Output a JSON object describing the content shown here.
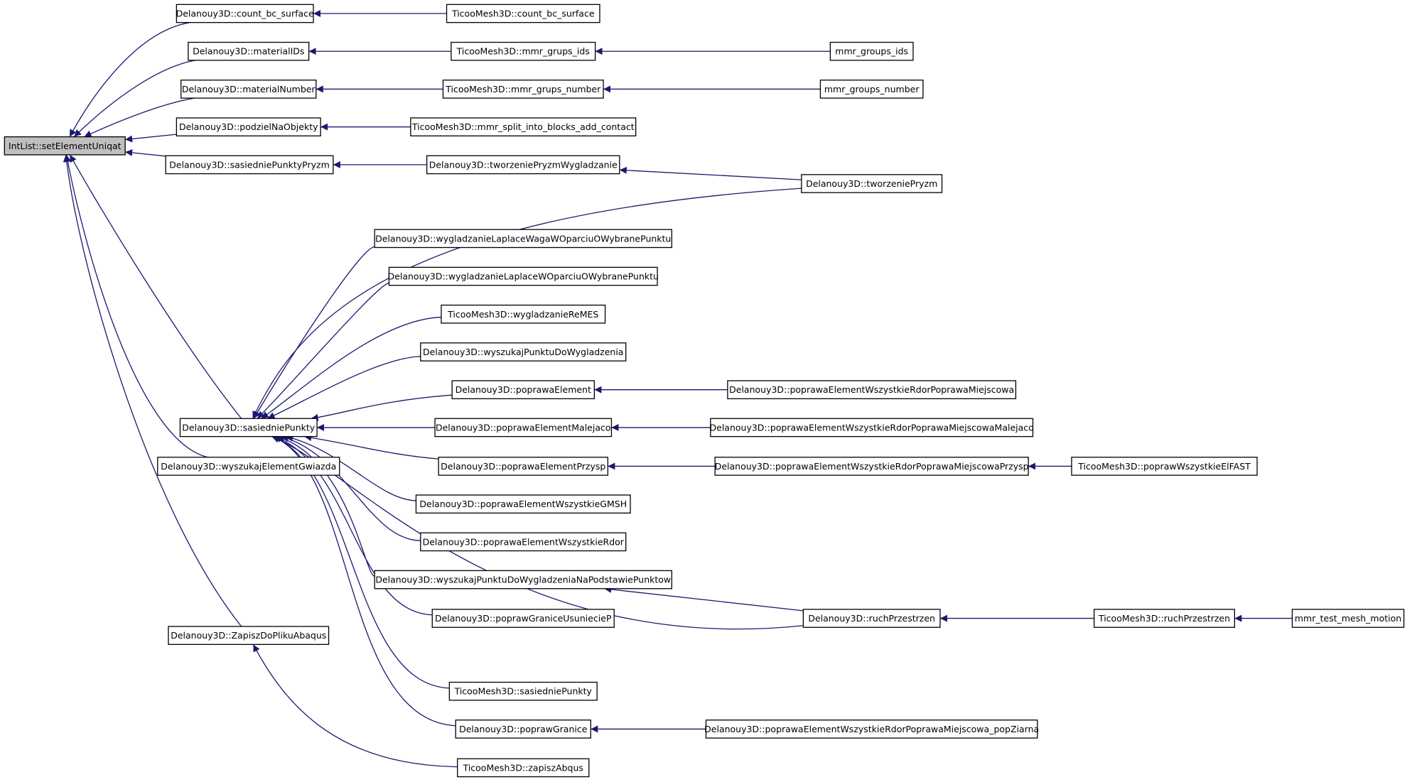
{
  "title": "IntList::setElementUniqat",
  "colors": {
    "edge": "#191970",
    "root_fill": "#bfbfbf",
    "node_fill": "#ffffff",
    "node_border": "#000000"
  },
  "nodes": {
    "root": "IntList::setElementUniqat",
    "d_count_bc": "Delanouy3D::count_bc_surface",
    "t_count_bc": "TicooMesh3D::count_bc_surface",
    "d_materialIDs": "Delanouy3D::materialIDs",
    "t_mmr_grups_ids": "TicooMesh3D::mmr_grups_ids",
    "mmr_groups_ids": "mmr_groups_ids",
    "d_materialNumber": "Delanouy3D::materialNumber",
    "t_mmr_grups_number": "TicooMesh3D::mmr_grups_number",
    "mmr_groups_number": "mmr_groups_number",
    "d_podzielNaObjekty": "Delanouy3D::podzielNaObjekty",
    "t_mmr_split": "TicooMesh3D::mmr_split_into_blocks_add_contact",
    "d_sasiedniePunktyPryzm": "Delanouy3D::sasiedniePunktyPryzm",
    "d_tworzeniePryzmWygladzanie": "Delanouy3D::tworzeniePryzmWygladzanie",
    "d_tworzeniePryzm": "Delanouy3D::tworzeniePryzm",
    "d_wygl_laplace_waga": "Delanouy3D::wygladzanieLaplaceWagaWOparciuOWybranePunktu",
    "d_wygl_laplace": "Delanouy3D::wygladzanieLaplaceWOparciuOWybranePunktu",
    "t_wygl_remes": "TicooMesh3D::wygladzanieReMES",
    "d_wyszukaj_punktu": "Delanouy3D::wyszukajPunktuDoWygladzenia",
    "d_poprawa_element": "Delanouy3D::poprawaElement",
    "d_poprawa_wszystkie_rdor_pm": "Delanouy3D::poprawaElementWszystkieRdorPoprawaMiejscowa",
    "d_sasiedniePunkty": "Delanouy3D::sasiedniePunkty",
    "d_poprawa_malejaco": "Delanouy3D::poprawaElementMalejaco",
    "d_poprawa_wszystkie_rdor_pm_malejaco": "Delanouy3D::poprawaElementWszystkieRdorPoprawaMiejscowaMalejaco",
    "d_wyszukaj_element_gwiazda": "Delanouy3D::wyszukajElementGwiazda",
    "d_poprawa_przysp": "Delanouy3D::poprawaElementPrzysp",
    "d_poprawa_wszystkie_rdor_pm_przysp": "Delanouy3D::poprawaElementWszystkieRdorPoprawaMiejscowaPrzysp",
    "t_popraw_wszystkie_elfast": "TicooMesh3D::poprawWszystkieElFAST",
    "d_poprawa_wszystkie_gmsh": "Delanouy3D::poprawaElementWszystkieGMSH",
    "d_poprawa_wszystkie_rdor": "Delanouy3D::poprawaElementWszystkieRdor",
    "d_wyszukaj_punktu_np": "Delanouy3D::wyszukajPunktuDoWygladzeniaNaPodstawiePunktow",
    "d_popraw_granice_usuniecie": "Delanouy3D::poprawGraniceUsuniecieP",
    "d_ruchPrzestrzen": "Delanouy3D::ruchPrzestrzen",
    "t_ruchPrzestrzen": "TicooMesh3D::ruchPrzestrzen",
    "mmr_test_mesh_motion": "mmr_test_mesh_motion",
    "d_zapisz_abaqus": "Delanouy3D::ZapiszDoPlikuAbaqus",
    "t_sasiedniePunkty": "TicooMesh3D::sasiedniePunkty",
    "d_popraw_granice": "Delanouy3D::poprawGranice",
    "d_poprawa_wszystkie_rdor_pm_pop": "Delanouy3D::poprawaElementWszystkieRdorPoprawaMiejscowa_popZiarna",
    "t_zapisz_abqus": "TicooMesh3D::zapiszAbqus"
  }
}
